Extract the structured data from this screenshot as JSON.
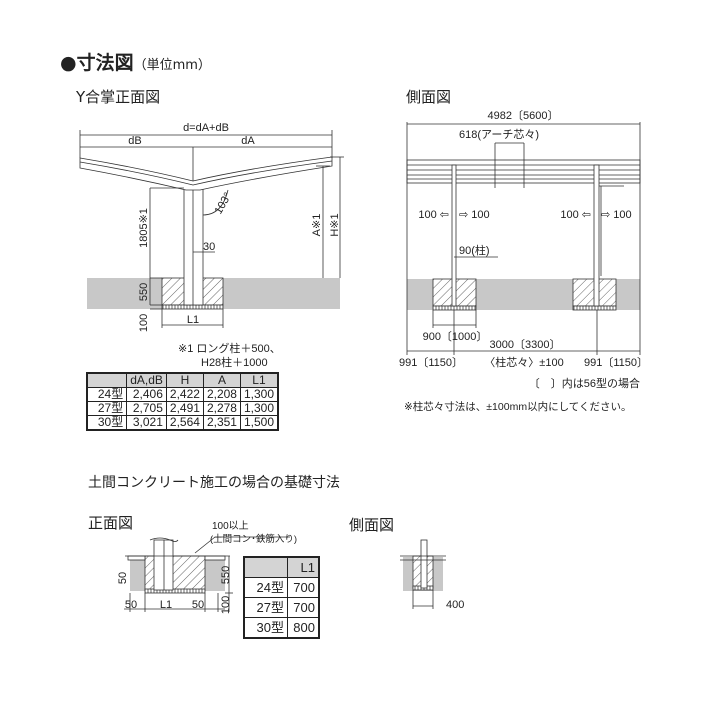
{
  "title": {
    "main": "●寸法図",
    "unit": "（単位mm）"
  },
  "front_view": {
    "heading": "Y合掌正面図",
    "labels": {
      "total_width": "d=dA+dB",
      "dB": "dB",
      "dA": "dA",
      "post_height": "1805※1",
      "angle": "103°",
      "offset": "30",
      "A": "A※1",
      "H": "H※1",
      "depth": "550",
      "base": "100",
      "L1": "L1"
    },
    "notes": [
      "※1 ロング柱＋500、",
      "H28柱＋1000"
    ]
  },
  "spec_table": {
    "headers": [
      "",
      "dA,dB",
      "H",
      "A",
      "L1"
    ],
    "rows": [
      [
        "24型",
        "2,406",
        "2,422",
        "2,208",
        "1,300"
      ],
      [
        "27型",
        "2,705",
        "2,491",
        "2,278",
        "1,300"
      ],
      [
        "30型",
        "3,021",
        "2,564",
        "2,351",
        "1,500"
      ]
    ]
  },
  "side_view": {
    "heading": "側面図",
    "labels": {
      "total_length": "4982〔5600〕",
      "arch_pitch": "618(アーチ芯々)",
      "left_adjust_l": "100 ⇦",
      "left_adjust_r": "⇨ 100",
      "right_adjust_l": "100 ⇦",
      "right_adjust_r": "⇨ 100",
      "post": "90(柱)",
      "footing": "900〔1000〕",
      "post_pitch": "3000〔3300〕",
      "overhang_left": "991〔1150〕",
      "post_pitch_note": "〈柱芯々〉±100",
      "overhang_right": "991〔1150〕"
    },
    "notes": [
      "〔　〕内は56型の場合",
      "※柱芯々寸法は、±100mm以内にしてください。"
    ]
  },
  "concrete_section": {
    "heading": "土間コンクリート施工の場合の基礎寸法",
    "front": {
      "heading": "正面図",
      "callout": [
        "100以上",
        "(土間コン･鉄筋入り)"
      ],
      "labels": {
        "slab": "50",
        "left": "50",
        "L1": "L1",
        "right": "50",
        "depth": "550",
        "base": "100"
      }
    },
    "table": {
      "headers": [
        "",
        "L1"
      ],
      "rows": [
        [
          "24型",
          "700"
        ],
        [
          "27型",
          "700"
        ],
        [
          "30型",
          "800"
        ]
      ]
    },
    "side": {
      "heading": "側面図",
      "labels": {
        "width": "400"
      }
    }
  }
}
